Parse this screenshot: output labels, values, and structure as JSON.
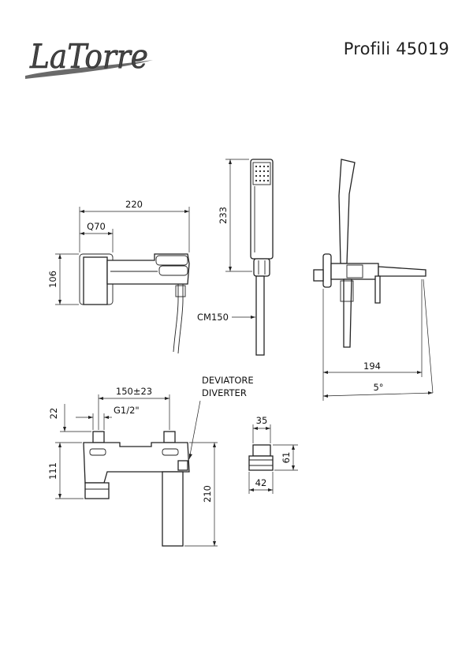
{
  "brand": {
    "logo_text": "LaTorre",
    "logo_icon": "latorre-script-logo"
  },
  "header": {
    "product_code": "Profili 45019"
  },
  "front_view": {
    "width_label": "220",
    "plate_label": "Q70",
    "height_label": "106"
  },
  "hand_shower_view": {
    "height_label": "233",
    "hose_label": "CM150"
  },
  "side_view": {
    "depth_label": "194",
    "angle_label": "5°"
  },
  "top_view": {
    "centers_label": "150±23",
    "thread_label": "G1/2\"",
    "offset_label": "22",
    "body_height_label": "111",
    "total_height_label": "210",
    "diverter_label_it": "DEVIATORE",
    "diverter_label_en": "DIVERTER"
  },
  "knob_view": {
    "top_width_label": "35",
    "height_label": "61",
    "bottom_width_label": "42"
  }
}
